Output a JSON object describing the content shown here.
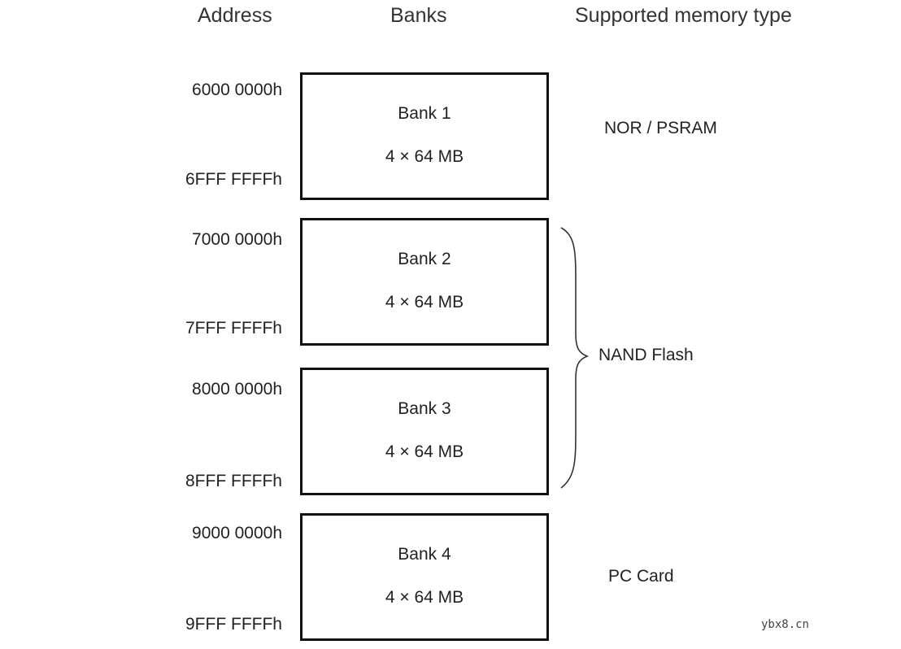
{
  "headers": {
    "address": "Address",
    "banks": "Banks",
    "memory_type": "Supported memory type"
  },
  "banks": [
    {
      "name": "Bank 1",
      "size": "4 × 64 MB",
      "start": "6000 0000h",
      "end": "6FFF FFFFh"
    },
    {
      "name": "Bank 2",
      "size": "4 × 64 MB",
      "start": "7000 0000h",
      "end": "7FFF FFFFh"
    },
    {
      "name": "Bank 3",
      "size": "4 × 64 MB",
      "start": "8000 0000h",
      "end": "8FFF FFFFh"
    },
    {
      "name": "Bank 4",
      "size": "4 × 64 MB",
      "start": "9000 0000h",
      "end": "9FFF FFFFh"
    }
  ],
  "memory_types": {
    "bank1": "NOR / PSRAM",
    "bank2_3": "NAND Flash",
    "bank4": "PC Card"
  },
  "watermark": "ybx8.cn",
  "colors": {
    "border": "#111111",
    "text": "#222222",
    "background": "#ffffff"
  }
}
